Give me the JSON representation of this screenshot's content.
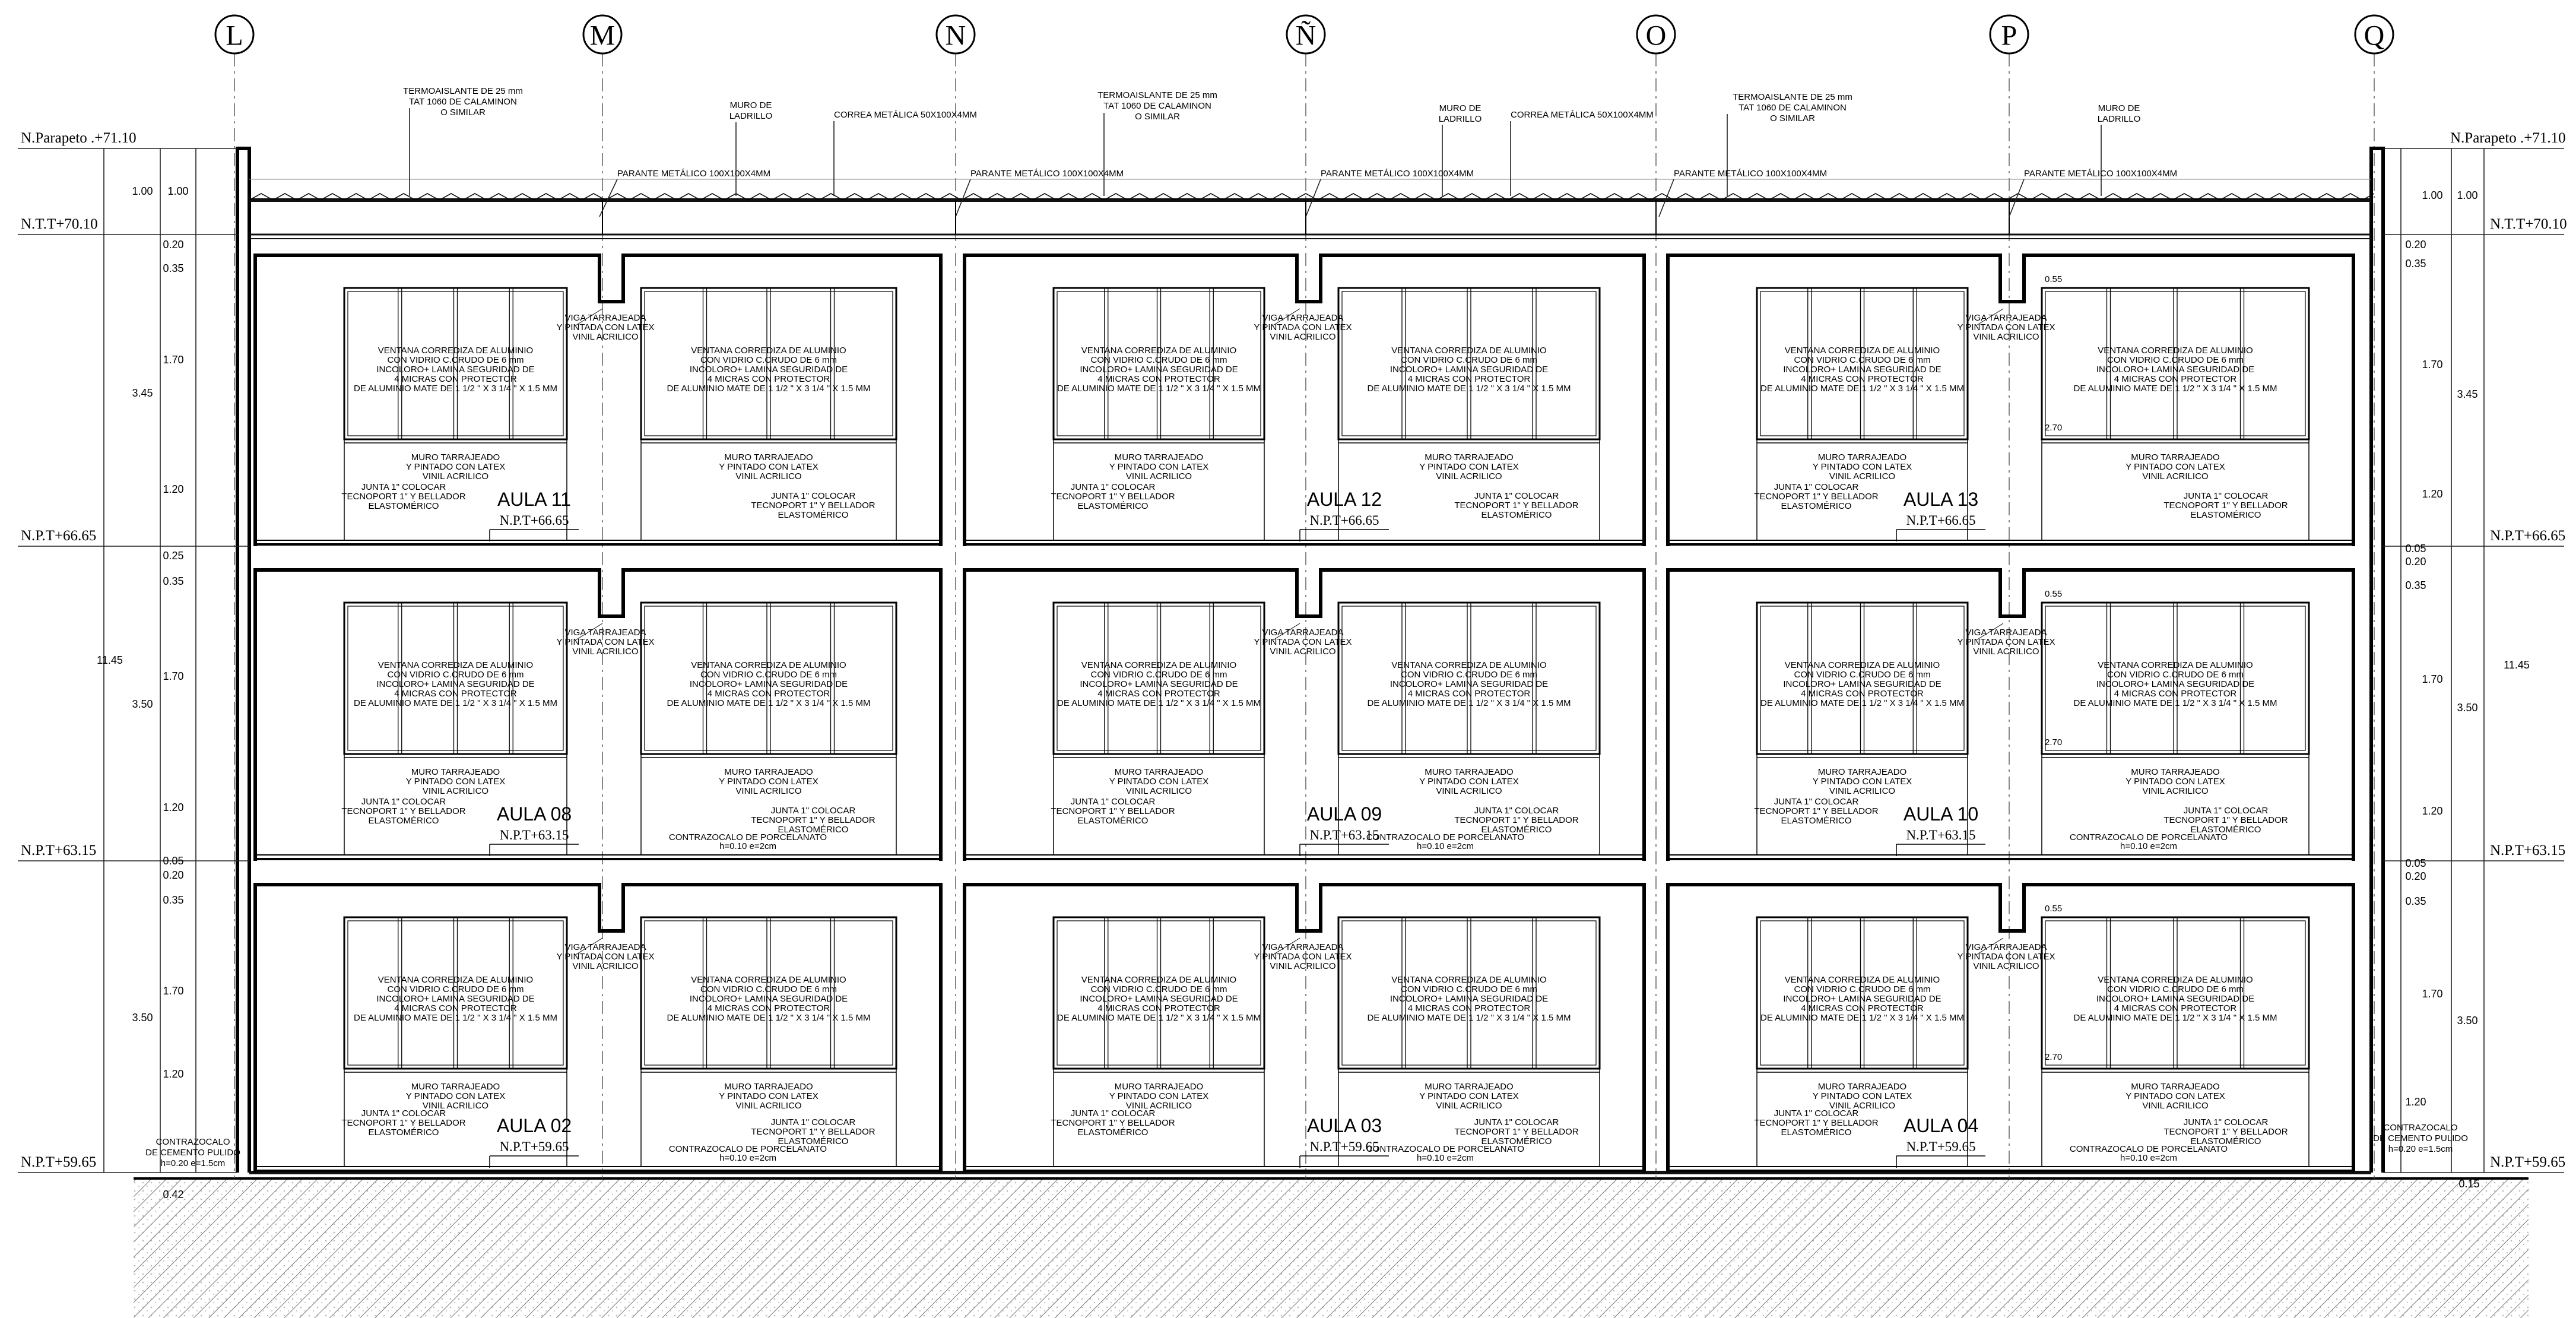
{
  "grid_axes": [
    "L",
    "M",
    "N",
    "Ñ",
    "O",
    "P",
    "Q"
  ],
  "levels": {
    "parapet": "N.Parapeto .+71.10",
    "roof": "N.T.T+70.10",
    "floor3": "N.P.T+66.65",
    "floor2": "N.P.T+63.15",
    "floor1": "N.P.T+59.65"
  },
  "roof_notes": {
    "insulation": [
      "TERMOAISLANTE DE 25 mm",
      "TAT 1060 DE CALAMINON",
      "O SIMILAR"
    ],
    "brick_wall": [
      "MURO DE",
      "LADRILLO"
    ],
    "purlin": "CORREA METÁLICA 50X100X4MM",
    "post": "PARANTE  METÁLICO 100X100X4MM"
  },
  "notes": {
    "window": [
      "VENTANA CORREDIZA DE ALUMINIO",
      "CON VIDRIO C.CRUDO DE 6 mm",
      "INCOLORO+ LAMINA SEGURIDAD DE",
      "4  MICRAS CON PROTECTOR",
      "DE ALUMINIO MATE DE 1 1/2 \" X 3 1/4 \" X 1.5 MM"
    ],
    "beam": [
      "VIGA TARRAJEADA",
      "Y  PINTADA CON LATEX",
      "VINIL ACRILICO"
    ],
    "wall": [
      "MURO TARRAJEADO",
      "Y  PINTADO CON LATEX",
      "VINIL ACRILICO"
    ],
    "joint": [
      "JUNTA 1\" COLOCAR",
      "TECNOPORT 1\" Y BELLADOR",
      "ELASTOMÉRICO"
    ],
    "baseboard_porcelain": [
      "CONTRAZOCALO DE PORCELANATO",
      "h=0.10  e=2cm"
    ],
    "baseboard_cement": [
      "CONTRAZOCALO",
      "DE CEMENTO PULIDO",
      "h=0.20  e=1.5cm"
    ],
    "dim_055": "0.55",
    "dim_270": "2.70"
  },
  "rooms": [
    {
      "name": "AULA 11",
      "level": "N.P.T+66.65"
    },
    {
      "name": "AULA 12",
      "level": "N.P.T+66.65"
    },
    {
      "name": "AULA 13",
      "level": "N.P.T+66.65"
    },
    {
      "name": "AULA 08",
      "level": "N.P.T+63.15"
    },
    {
      "name": "AULA 09",
      "level": "N.P.T+63.15"
    },
    {
      "name": "AULA 10",
      "level": "N.P.T+63.15"
    },
    {
      "name": "AULA 02",
      "level": "N.P.T+59.65"
    },
    {
      "name": "AULA 03",
      "level": "N.P.T+59.65"
    },
    {
      "name": "AULA 04",
      "level": "N.P.T+59.65"
    }
  ],
  "dims_left": {
    "parapet": "1.00",
    "slab": "0.20",
    "beam": "0.35",
    "window": "1.70",
    "sill": "1.20",
    "story": "3.45",
    "story2": "3.50",
    "story3": "3.50",
    "total": "11.45",
    "slab2": "0.25",
    "offset": "0.05",
    "base": "0.42"
  },
  "dims_right": {
    "parapet": "1.00",
    "slab": "0.20",
    "beam": "0.35",
    "window": "1.70",
    "sill": "1.20",
    "story": "3.45",
    "story2": "3.50",
    "story3": "3.50",
    "total": "11.45",
    "offset": "0.05",
    "base": "0.15"
  }
}
